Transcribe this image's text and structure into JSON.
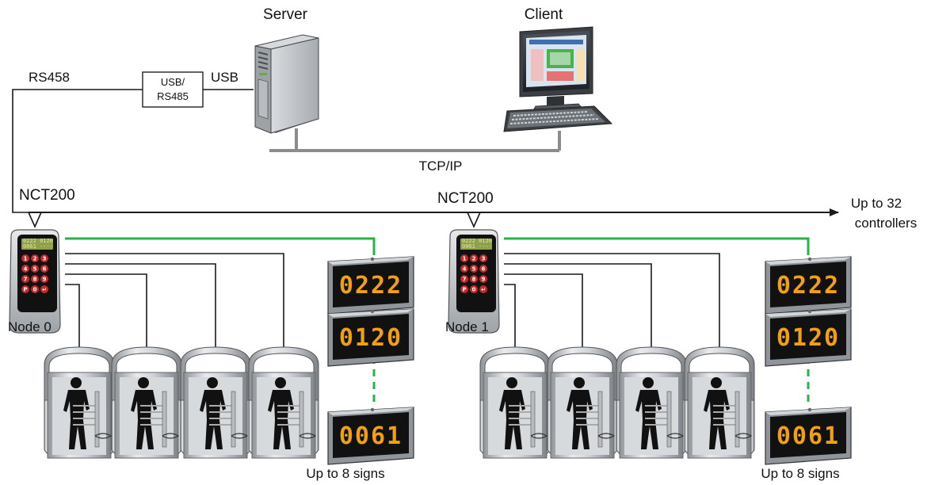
{
  "labels": {
    "server": "Server",
    "client": "Client",
    "rs458": "RS458",
    "converter_line1": "USB/",
    "converter_line2": "RS485",
    "usb": "USB",
    "tcpip": "TCP/IP",
    "controller_left": "NCT200",
    "controller_right": "NCT200",
    "up_to_controllers_line1": "Up to 32",
    "up_to_controllers_line2": "controllers",
    "node0": "Node 0",
    "node1": "Node 1",
    "signs_left": "Up to 8 signs",
    "signs_right": "Up to 8 signs"
  },
  "sign_displays": {
    "left": [
      "0222",
      "0120",
      "0061"
    ],
    "right": [
      "0222",
      "0120",
      "0061"
    ]
  },
  "controller_screen": {
    "line1": "0222 0120",
    "line2": "0061 ----"
  },
  "keypad_keys": [
    "1",
    "2",
    "3",
    "4",
    "5",
    "6",
    "7",
    "8",
    "9",
    "P",
    "0",
    "↵"
  ],
  "colors": {
    "green_link": "#27b34a",
    "sign_digits": "#f0a010",
    "network_line": "#8c8c8c"
  },
  "icons": [
    "server-icon",
    "client-computer-icon",
    "usb-rs485-converter",
    "controller-icon",
    "turnstile-icon",
    "sign-display-icon",
    "arrow-right-icon"
  ]
}
